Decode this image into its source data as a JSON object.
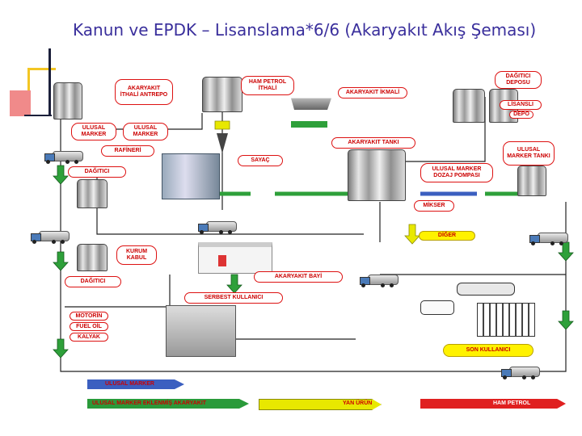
{
  "title": "Kanun ve EPDK – Lisanslama*6/6 (Akaryakıt Akış Şeması)",
  "labels": {
    "akaryakit_ithali_antrepo": "AKARYAKIT İTHALİ ANTREPO",
    "ham_petrol_ithali": "HAM PETROL İTHALİ",
    "akaryakit_ikmali": "AKARYAKIT İKMALİ",
    "dagitici_deposu": "DAĞITICI DEPOSU",
    "lisansli": "LİSANSLI",
    "depo": "DEPO",
    "ulusal_marker_1": "ULUSAL MARKER",
    "ulusal_marker_2": "ULUSAL MARKER",
    "ulusal_marker_tanki": "ULUSAL MARKER TANKI",
    "akaryakit_tanki": "AKARYAKIT TANKI",
    "rafineri": "RAFİNERİ",
    "sayac": "SAYAÇ",
    "dagitici_1": "DAĞITICI",
    "ulusal_marker_dozaj_pompasi": "ULUSAL MARKER DOZAJ POMPASI",
    "mikser": "MİKSER",
    "diger": "DİĞER",
    "kurum_kabul": "KURUM KABUL",
    "akaryakit_bayi": "AKARYAKIT BAYİ",
    "dagitici_2": "DAĞITICI",
    "serbest_kullanici": "SERBEST KULLANICI",
    "motorin": "MOTORİN",
    "fuel_oil": "FUEL OİL",
    "kalyak": "KALYAK",
    "son_kullanici": "SON KULLANICI"
  },
  "legend": [
    {
      "label": "ULUSAL MARKER",
      "color": "#3b5fc0"
    },
    {
      "label": "ULUSAL MARKER EKLENMİŞ AKARYAKIT",
      "color": "#2a9a3a"
    },
    {
      "label": "YAN ÜRÜN",
      "color": "#e8e800"
    },
    {
      "label": "HAM PETROL",
      "color": "#e02020"
    }
  ],
  "colors": {
    "title": "#3a2f9c",
    "label_border": "#dd1111",
    "label_text": "#cc0000",
    "flow_green": "#2ea03a",
    "flow_yellow": "#e8e800",
    "flow_blue": "#3b5fc0"
  }
}
